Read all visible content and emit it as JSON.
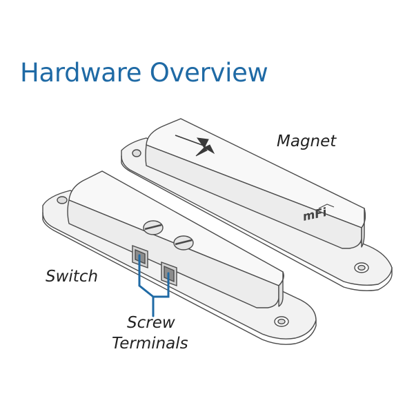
{
  "title": "Hardware Overview",
  "labels": {
    "magnet": "Magnet",
    "switch": "Switch",
    "screw_terminals_line1": "Screw",
    "screw_terminals_line2": "Terminals",
    "brand_mark": "mFi"
  },
  "colors": {
    "title": "#1f6aa5",
    "callout": "#1f6aa5",
    "outline": "#4a4a4a",
    "body_fill": "#f7f7f7",
    "shadow_fill": "#e4e4e4"
  }
}
